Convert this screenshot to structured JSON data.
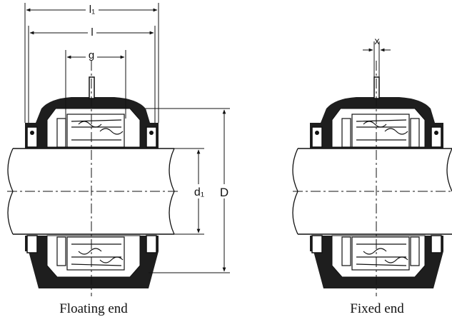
{
  "dimensions": {
    "l1": "l₁",
    "l": "l",
    "g": "g",
    "d1": "d₁",
    "D": "D",
    "x": "x"
  },
  "captions": {
    "floating": "Floating end",
    "fixed": "Fixed end"
  },
  "colors": {
    "ink": "#111111",
    "housing": "#1e1e1e",
    "background": "#ffffff"
  }
}
